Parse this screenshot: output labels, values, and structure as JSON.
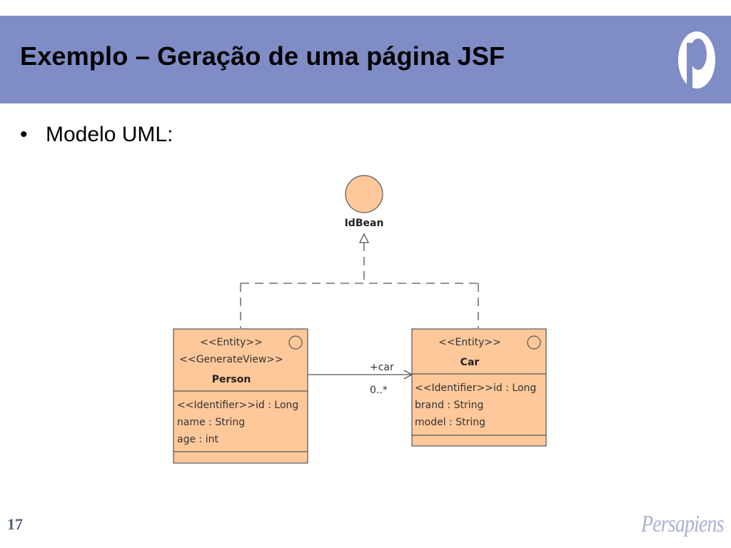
{
  "slide": {
    "title": "Exemplo – Geração de uma página JSF",
    "bullet": "Modelo UML:",
    "page_number": "17",
    "brand": "Persapiens"
  },
  "colors": {
    "header_bg": "#7f8cc6",
    "class_fill": "#ffc89a",
    "interface_fill": "#ffc89a",
    "line": "#555555"
  },
  "diagram": {
    "interface": {
      "name": "IdBean"
    },
    "classes": [
      {
        "stereotypes": [
          "<<Entity>>",
          "<<GenerateView>>"
        ],
        "name": "Person",
        "attributes": [
          "<<Identifier>>id : Long",
          "name : String",
          "age : int"
        ]
      },
      {
        "stereotypes": [
          "<<Entity>>"
        ],
        "name": "Car",
        "attributes": [
          "<<Identifier>>id : Long",
          "brand : String",
          "model : String"
        ]
      }
    ],
    "association": {
      "role": "+car",
      "multiplicity": "0..*"
    }
  }
}
